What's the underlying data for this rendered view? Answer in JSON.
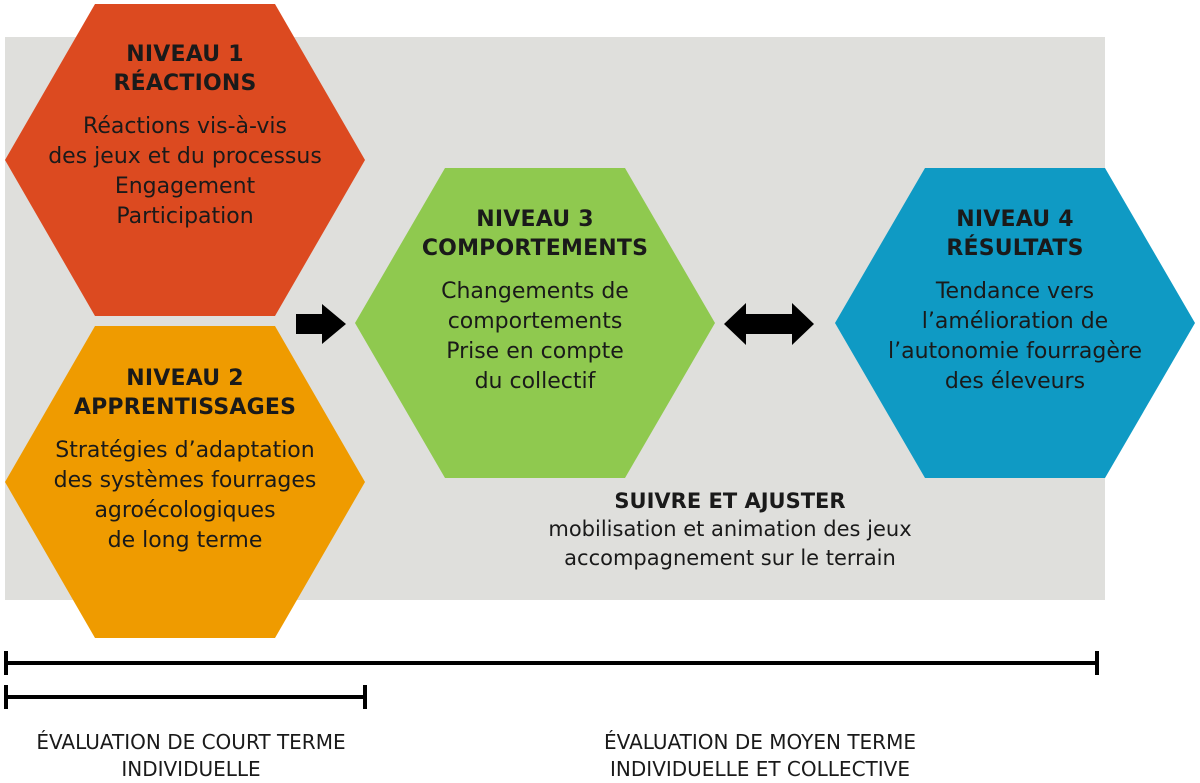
{
  "levels": [
    {
      "title": [
        "NIVEAU 1",
        "RÉACTIONS"
      ],
      "body": [
        "Réactions vis-à-vis",
        "des jeux et du processus",
        "Engagement",
        "Participation"
      ],
      "color": "#dc4a20"
    },
    {
      "title": [
        "NIVEAU 2",
        "APPRENTISSAGES"
      ],
      "body": [
        "Stratégies d’adaptation",
        "des systèmes fourrages",
        "agroécologiques",
        "de long terme"
      ],
      "color": "#ef9b00"
    },
    {
      "title": [
        "NIVEAU 3",
        "COMPORTEMENTS"
      ],
      "body": [
        "Changements de",
        "comportements",
        "Prise en compte",
        "du collectif"
      ],
      "color": "#8fc94f"
    },
    {
      "title": [
        "NIVEAU 4",
        "RÉSULTATS"
      ],
      "body": [
        "Tendance vers",
        "l’amélioration de",
        "l’autonomie fourragère",
        "des éleveurs"
      ],
      "color": "#0f9ac4"
    }
  ],
  "follow": {
    "title": "SUIVRE ET AJUSTER",
    "lines": [
      "mobilisation et animation des jeux",
      "accompagnement sur le terrain"
    ]
  },
  "evaluation": {
    "short": [
      "ÉVALUATION DE COURT TERME",
      "INDIVIDUELLE"
    ],
    "medium": [
      "ÉVALUATION DE MOYEN TERME",
      "INDIVIDUELLE ET COLLECTIVE"
    ]
  },
  "colors": {
    "background_panel": "#dfdfdc",
    "arrow": "#000000",
    "timeline": "#000000"
  }
}
